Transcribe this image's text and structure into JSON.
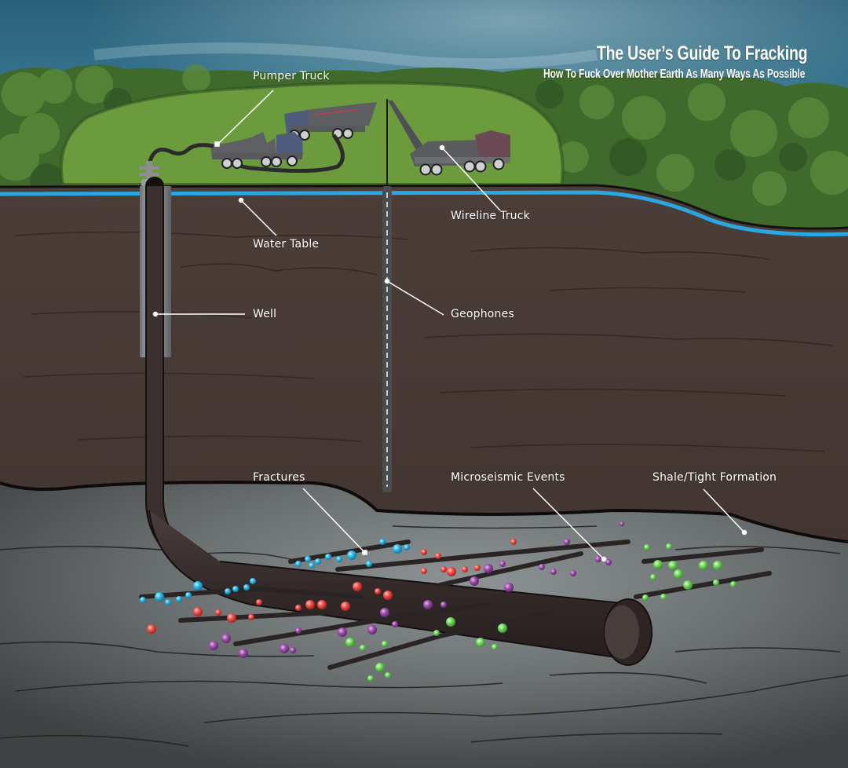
{
  "header": {
    "title": "The User’s Guide To Fracking",
    "subtitle": "How To Fuck Over Mother Earth As Many Ways As Possible"
  },
  "labels": {
    "pumper_truck": "Pumper Truck",
    "wireline_truck": "Wireline Truck",
    "water_table": "Water Table",
    "well": "Well",
    "geophones": "Geophones",
    "fractures": "Fractures",
    "microseismic_events": "Microseismic Events",
    "shale_formation": "Shale/Tight Formation"
  },
  "colors": {
    "sky": "#2f6a82",
    "grass": "#6c9b3e",
    "forest": "#3f6a2c",
    "soil": "#4a3c38",
    "water_table": "#2aa6e0",
    "shale": "#6b6f70",
    "pipe": "#3a3030",
    "event_blue": "#29b6e8",
    "event_red": "#ee4a44",
    "event_purple": "#9a4aa8",
    "event_green": "#6fd35a"
  }
}
